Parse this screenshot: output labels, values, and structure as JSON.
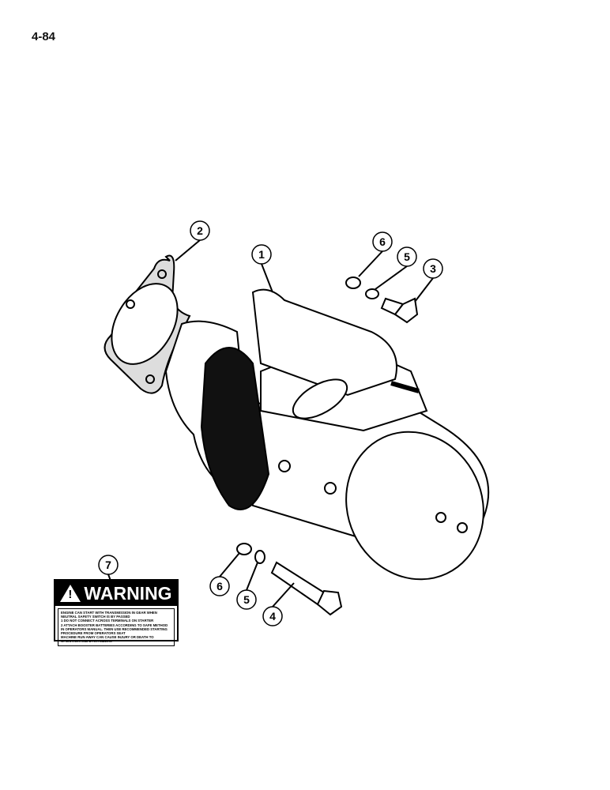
{
  "page_number": "4-84",
  "callouts": [
    "1",
    "2",
    "3",
    "4",
    "5",
    "6",
    "7"
  ],
  "warning_label": {
    "title": "WARNING",
    "lines": [
      "ENGINE CAN START WITH TRANSMISSION IN GEAR WHEN NEUTRAL SAFETY SWITCH IS BY PASSED",
      "1 DO NOT CONNECT ACROSS TERMINALS ON STARTER",
      "2 ATTACH BOOSTER BATTERIES ACCORDING TO SAFE METHOD IN OPERATORS MANUAL. THEN USE RECOMMENDED STARTING PROCEDURE FROM OPERATORS SEAT",
      "MACHINE RUN AWAY CAN CAUSE INJURY OR DEATH TO OPERATOR AND BYSTANDERS"
    ]
  }
}
